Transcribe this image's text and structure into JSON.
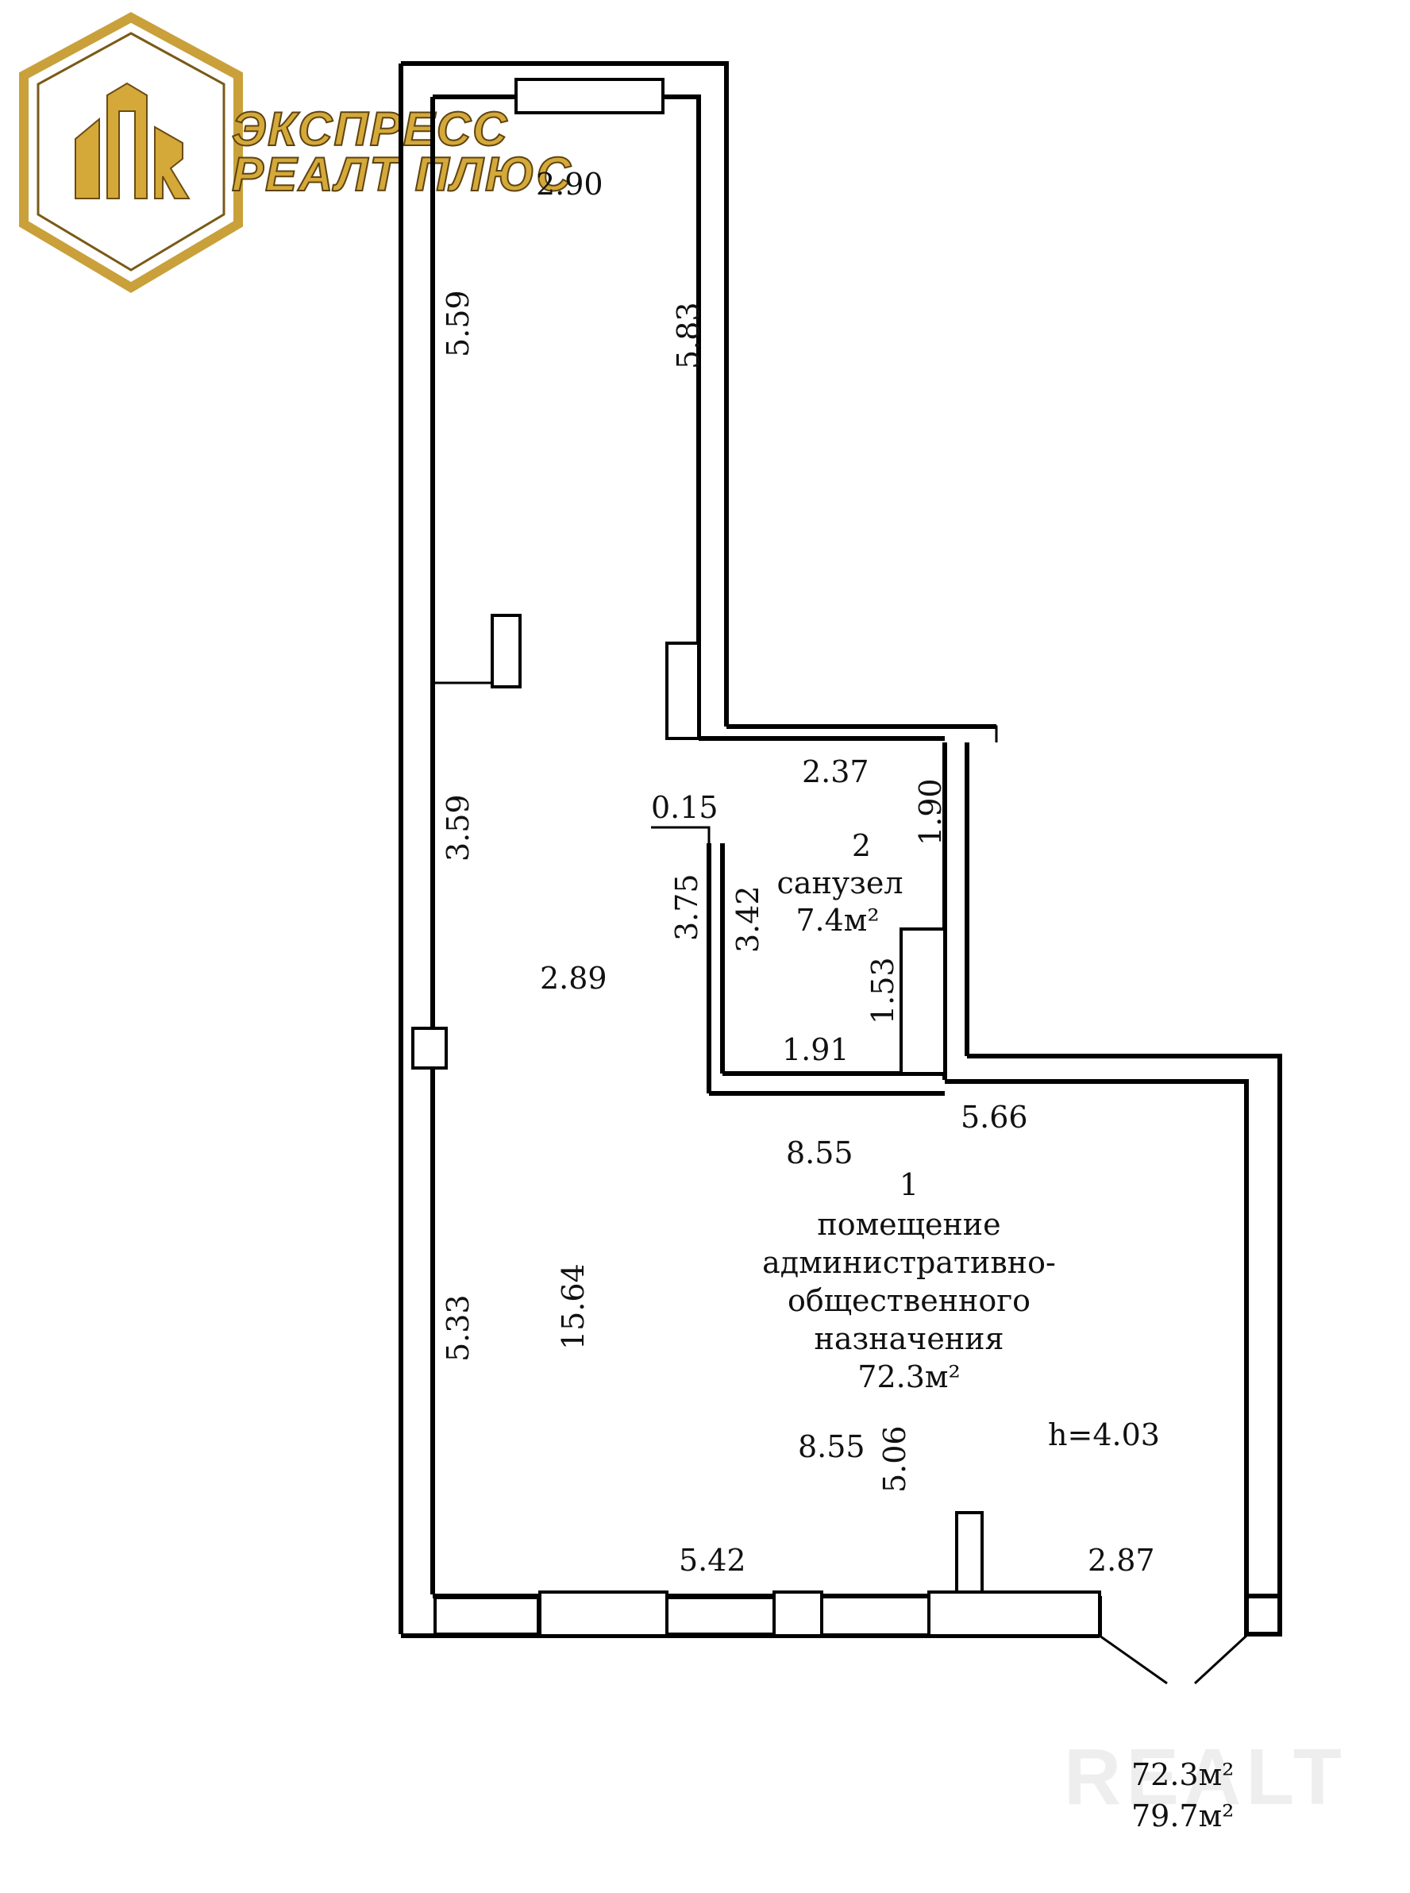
{
  "brand": {
    "line1": "ЭКСПРЕСС",
    "line2": "РЕАЛТ ПЛЮС",
    "color": "#d4a93a",
    "icon": "building-hexagon-logo"
  },
  "watermark": {
    "text": "REALT"
  },
  "rooms": [
    {
      "number": "1",
      "name_lines": [
        "помещение",
        "административно-",
        "общественного",
        "назначения"
      ],
      "area": "72.3м²"
    },
    {
      "number": "2",
      "name_lines": [
        "санузел"
      ],
      "area": "7.4м²"
    }
  ],
  "height_label": "h=4.03",
  "dimensions": {
    "top_width": "2.90",
    "left_upper": "5.59",
    "right_upper": "5.83",
    "left_middle": "3.59",
    "bath_top": "2.37",
    "bath_right": "1.90",
    "wall_thickness": "0.15",
    "bath_outer_left": "3.75",
    "bath_inner_left": "3.42",
    "bath_right_lower": "1.53",
    "bath_bottom": "1.91",
    "room_width_upper": "2.89",
    "right_wing_top": "5.66",
    "room_width_mid": "8.55",
    "left_lower": "5.33",
    "room_length": "15.64",
    "room_width_lower": "8.55",
    "right_lower": "5.06",
    "bottom_left": "5.42",
    "bottom_right": "2.87"
  },
  "totals": {
    "main_area": "72.3м²",
    "total_area": "79.7м²"
  }
}
